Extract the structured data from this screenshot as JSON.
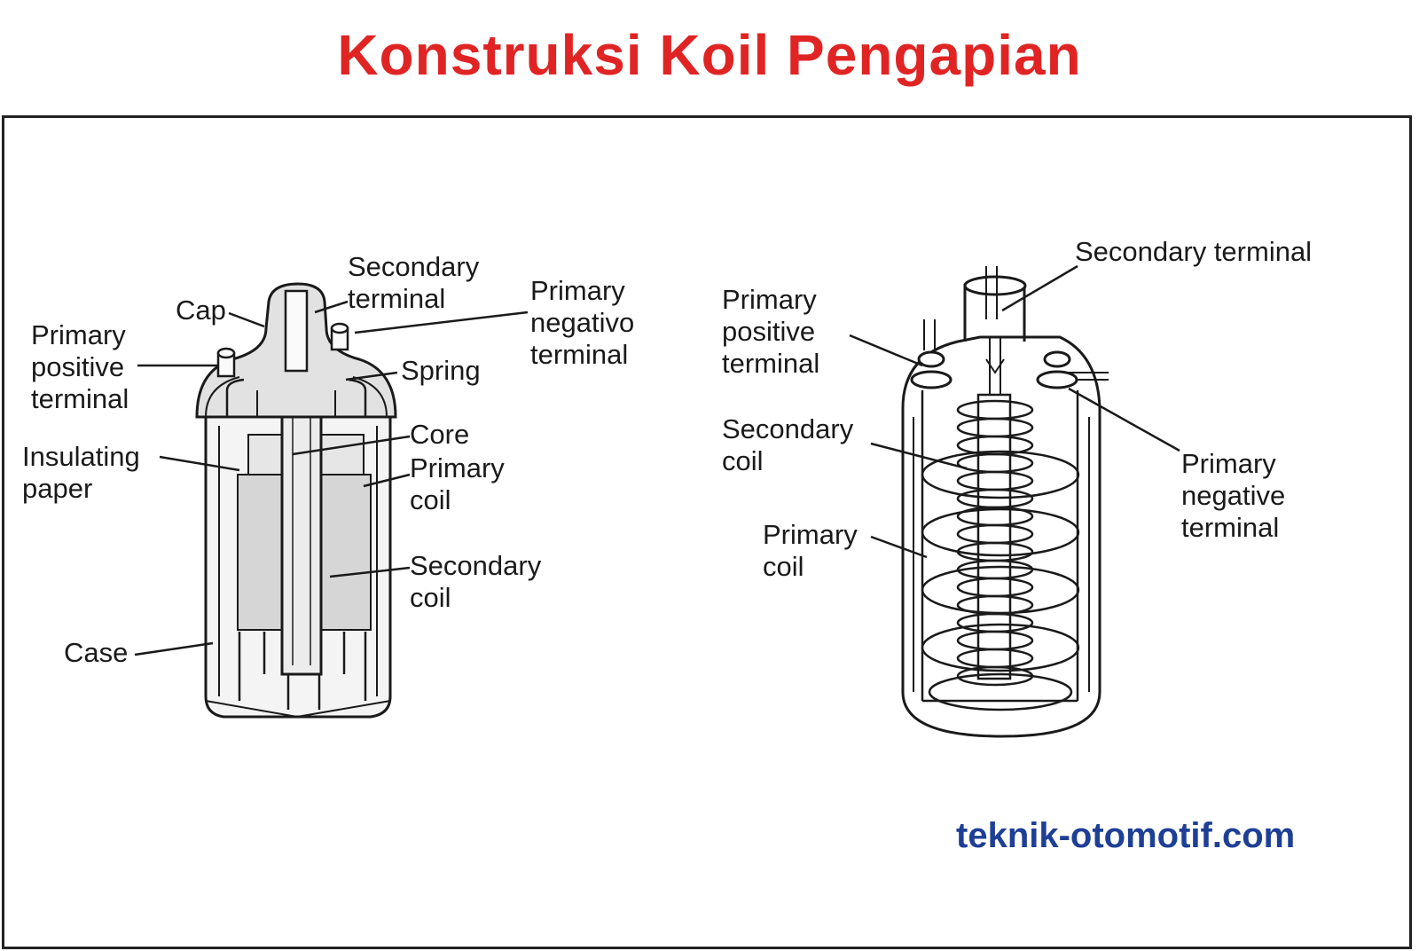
{
  "title": "Konstruksi Koil Pengapian",
  "left_diagram": {
    "labels": {
      "cap": "Cap",
      "secondary_terminal": "Secondary\nterminal",
      "primary_negative_terminal": "Primary\nnegativo\nterminal",
      "primary_positive_terminal": "Primary\npositive\nterminal",
      "spring": "Spring",
      "core": "Core",
      "insulating_paper": "Insulating\npaper",
      "primary_coil": "Primary\ncoil",
      "secondary_coil": "Secondary\ncoil",
      "case": "Case"
    }
  },
  "right_diagram": {
    "labels": {
      "secondary_terminal": "Secondary terminal",
      "primary_positive_terminal": "Primary\npositive\nterminal",
      "secondary_coil": "Secondary\ncoil",
      "primary_coil": "Primary\ncoil",
      "primary_negative_terminal": "Primary\nnegative\nterminal"
    }
  },
  "footer": "teknik-otomotif.com",
  "colors": {
    "title": "#e02424",
    "footer": "#1e3f96",
    "line": "#1a1a1a"
  }
}
